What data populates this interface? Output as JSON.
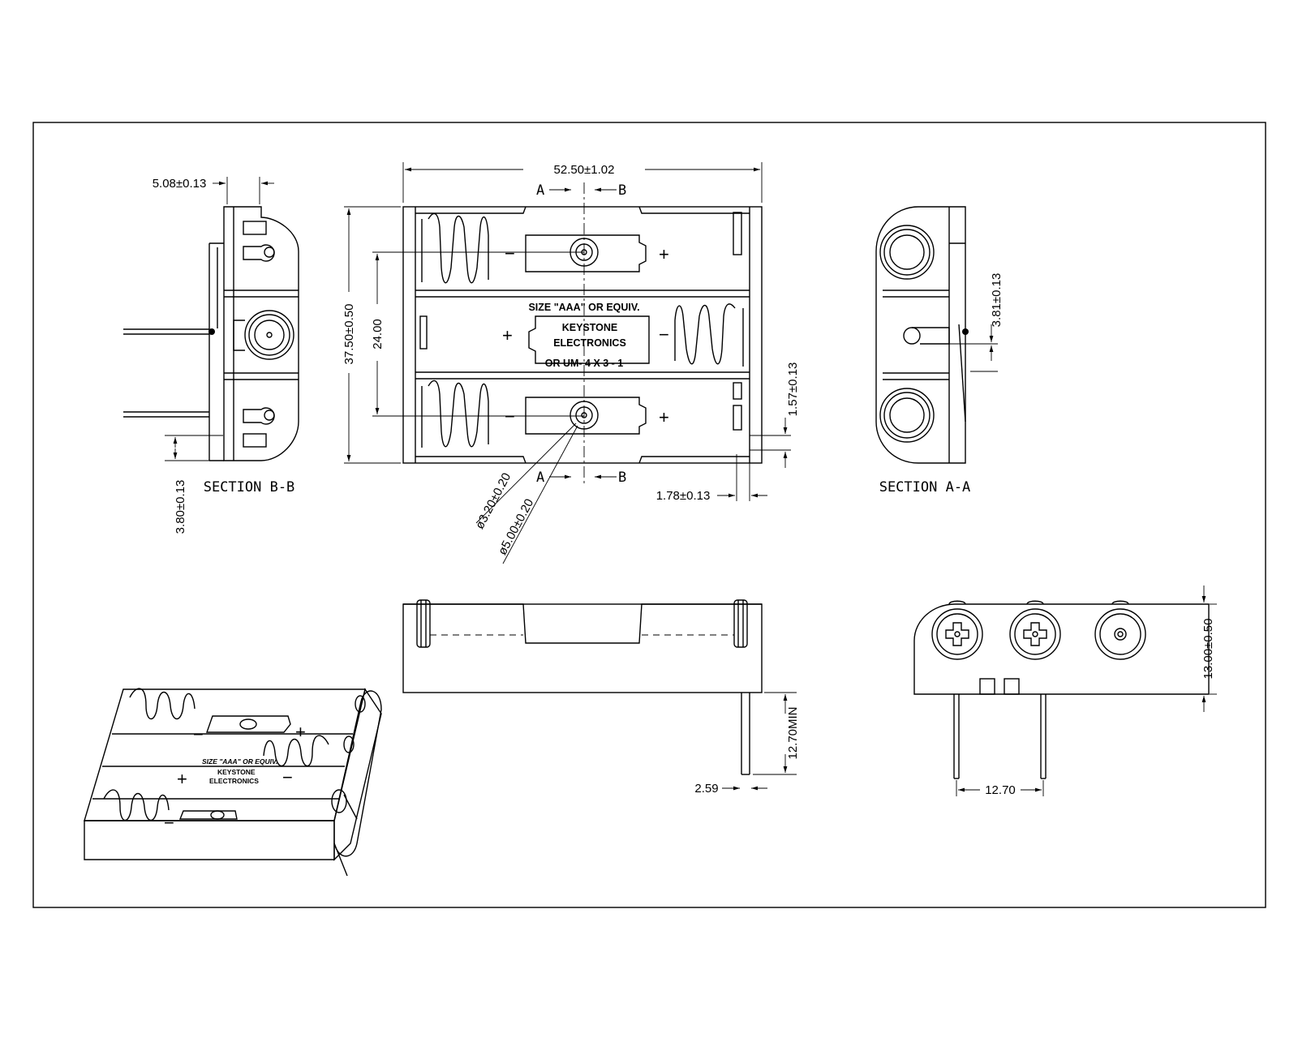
{
  "dimensions": {
    "overall_length": "52.50±1.02",
    "overall_width": "37.50±0.50",
    "cell_pitch": "24.00",
    "inner_hole_dia": "ø3.20±0.20",
    "outer_hole_dia": "ø5.00±0.20",
    "pin_offset": "1.57±0.13",
    "pin_width": "1.78±0.13",
    "section_b_top": "5.08±0.13",
    "section_b_bottom": "3.80±0.13",
    "section_a_offset": "3.81±0.13",
    "pin_length": "12.70MIN",
    "pin_thickness": "2.59",
    "height": "13.00±0.50",
    "pin_spacing": "12.70"
  },
  "section_markers": {
    "a": "A",
    "b": "B"
  },
  "section_titles": {
    "b_b": "SECTION B-B",
    "a_a": "SECTION A-A"
  },
  "holder_labels": {
    "size_line": "SIZE \"AAA\" OR EQUIV.",
    "brand_line1": "KEYSTONE",
    "brand_line2": "ELECTRONICS",
    "model_line": "OR UM- 4 X 3 - 1"
  },
  "polarity": {
    "plus": "+",
    "minus": "−"
  },
  "iso_labels": {
    "size_line": "SIZE \"AAA\" OR EQUIV.",
    "brand_line1": "KEYSTONE",
    "brand_line2": "ELECTRONICS"
  }
}
